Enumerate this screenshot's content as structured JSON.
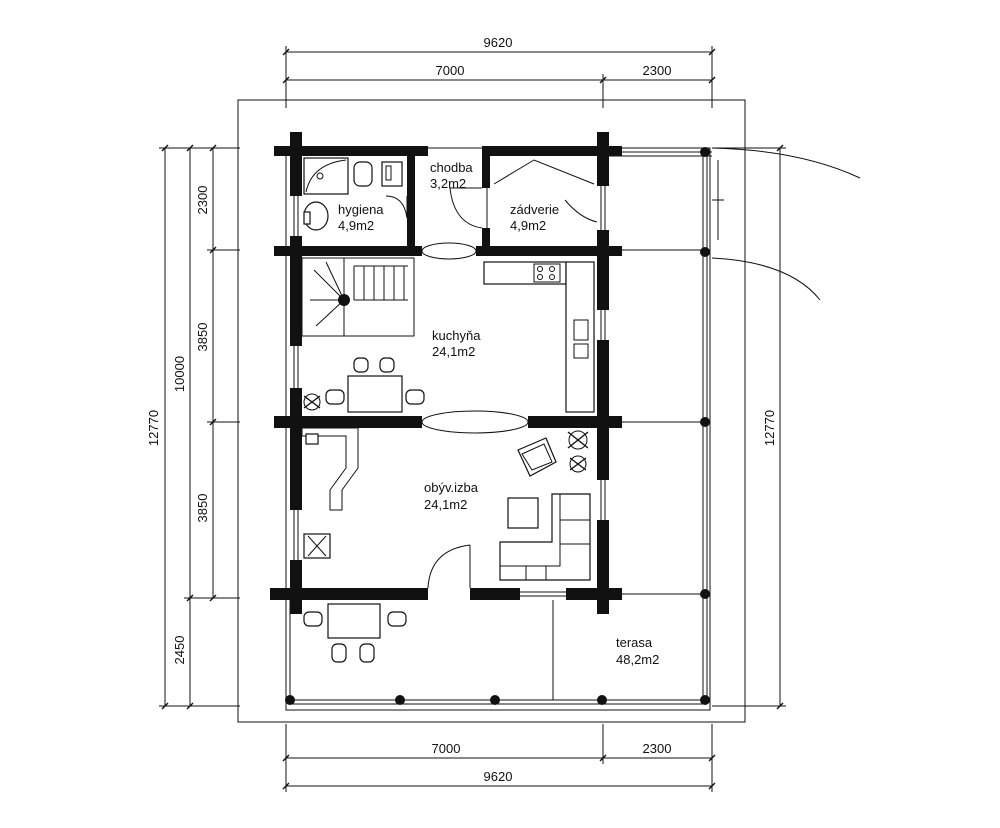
{
  "dimensions": {
    "top_total": "9620",
    "top_left": "7000",
    "top_right": "2300",
    "bottom_left": "7000",
    "bottom_right": "2300",
    "bottom_total": "9620",
    "left_outer": "12770",
    "left_total": "10000",
    "left_seg1": "2300",
    "left_seg2": "3850",
    "left_seg3": "3850",
    "left_seg4": "2450",
    "right_total": "12770"
  },
  "rooms": [
    {
      "id": "hygiena",
      "name": "hygiena",
      "area": "4,9m2"
    },
    {
      "id": "chodba",
      "name": "chodba",
      "area": "3,2m2"
    },
    {
      "id": "zadverie",
      "name": "zádverie",
      "area": "4,9m2"
    },
    {
      "id": "kuchyna",
      "name": "kuchyňa",
      "area": "24,1m2"
    },
    {
      "id": "obyv",
      "name": "obýv.izba",
      "area": "24,1m2"
    },
    {
      "id": "terasa",
      "name": "terasa",
      "area": "48,2m2"
    }
  ]
}
